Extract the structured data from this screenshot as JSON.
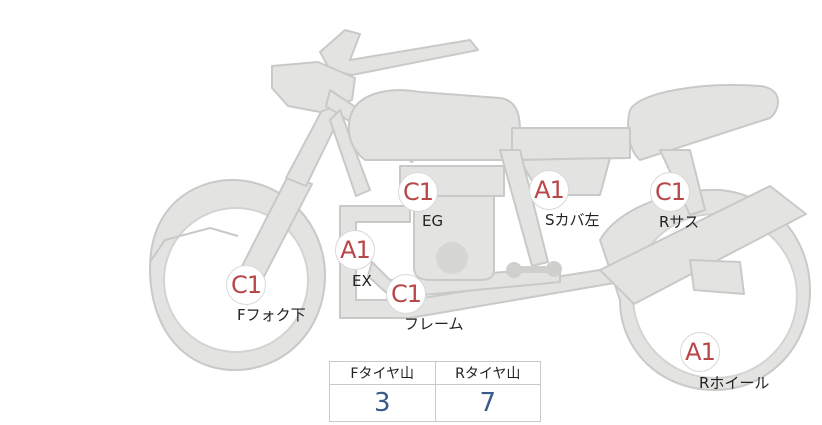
{
  "parts": [
    {
      "id": "front_fork_lower",
      "grade": "C1",
      "label": "Fフォク下"
    },
    {
      "id": "exhaust",
      "grade": "A1",
      "label": "EX"
    },
    {
      "id": "engine",
      "grade": "C1",
      "label": "EG"
    },
    {
      "id": "frame",
      "grade": "C1",
      "label": "フレーム"
    },
    {
      "id": "side_cover_left",
      "grade": "A1",
      "label": "Sカバ左"
    },
    {
      "id": "rear_suspension",
      "grade": "C1",
      "label": "Rサス"
    },
    {
      "id": "rear_wheel",
      "grade": "A1",
      "label": "Rホイール"
    }
  ],
  "tire_tread": {
    "front_header": "Fタイヤ山",
    "rear_header": "Rタイヤ山",
    "front_value": "3",
    "rear_value": "7"
  },
  "colors": {
    "bike_fill": "#e3e3e1",
    "bike_stroke": "#cfcfcd",
    "grade_text": "#b8474a",
    "value_text": "#3a5b8c"
  }
}
